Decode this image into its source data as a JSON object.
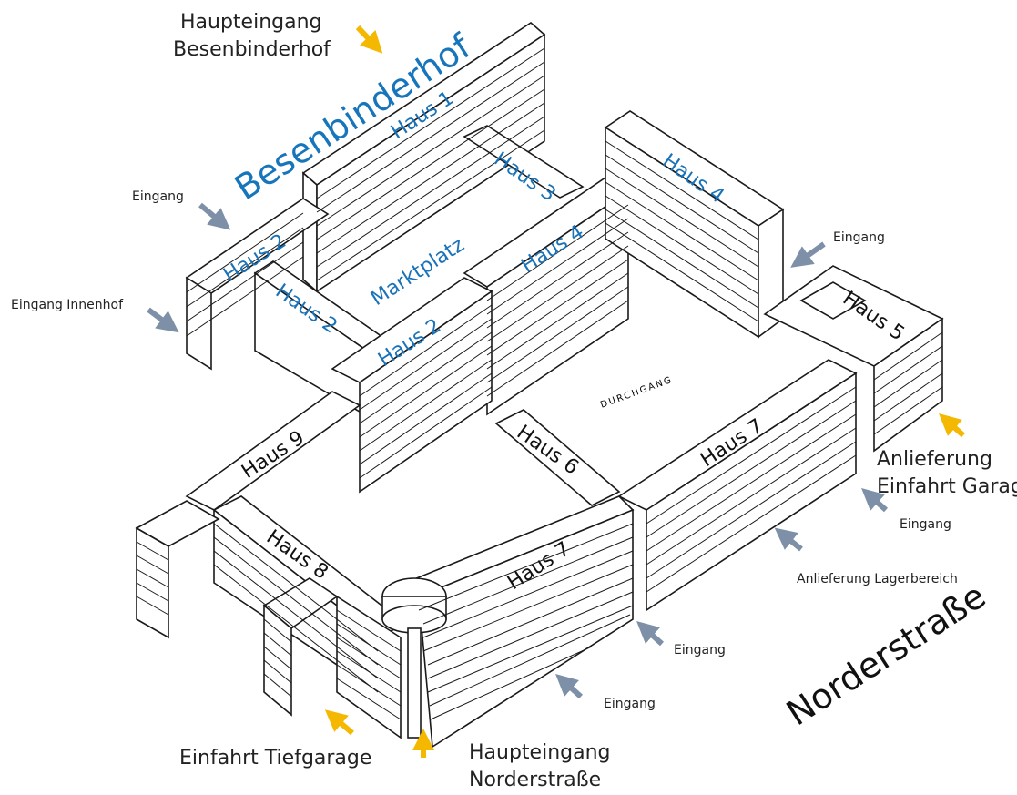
{
  "streets": {
    "besenbinderhof": "Besenbinderhof",
    "norderstrasse": "Norderstraße"
  },
  "houses": {
    "haus1": "Haus 1",
    "haus2_left": "Haus 2",
    "haus2_inner": "Haus 2",
    "haus2_mid": "Haus 2",
    "haus3": "Haus 3",
    "haus4_mid": "Haus 4",
    "haus4_right": "Haus 4",
    "haus5": "Haus 5",
    "haus6": "Haus 6",
    "haus7_right": "Haus 7",
    "haus7_front": "Haus 7",
    "haus8": "Haus 8",
    "haus9": "Haus 9"
  },
  "areas": {
    "marktplatz": "Marktplatz",
    "durchgang": "DURCHGANG"
  },
  "labels": {
    "haupteingang_besenbinderhof": [
      "Haupteingang",
      "Besenbinderhof"
    ],
    "haupteingang_norderstrasse": [
      "Haupteingang",
      "Norderstraße"
    ],
    "einfahrt_tiefgarage": "Einfahrt Tiefgarage",
    "anlieferung_garage": [
      "Anlieferung",
      "Einfahrt Garage"
    ],
    "anlieferung_lager": "Anlieferung Lagerbereich",
    "eingang_innenhof": "Eingang Innenhof",
    "eingang": "Eingang"
  },
  "colors": {
    "arrow_yellow": "#f5b800",
    "arrow_gray": "#7d90a8",
    "label_blue": "#1a73b8"
  }
}
